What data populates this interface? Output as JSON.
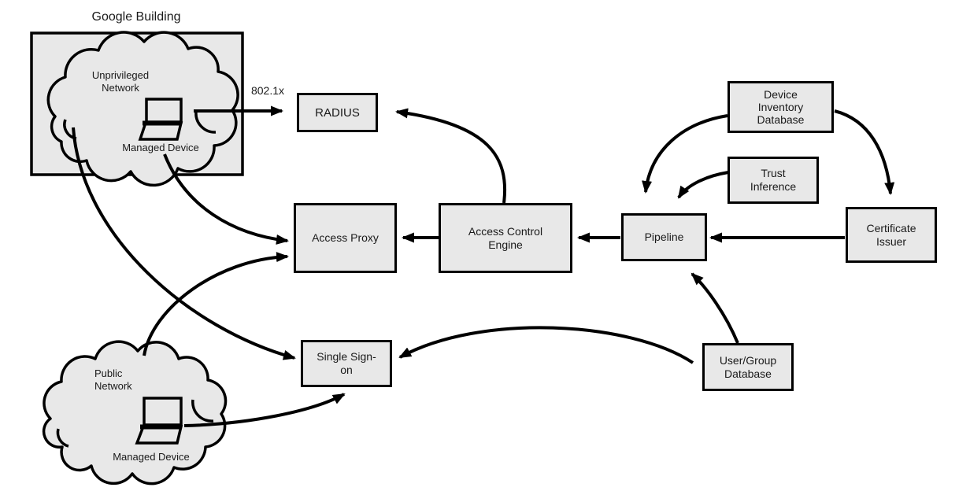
{
  "diagram": {
    "building": {
      "label": "Google Building"
    },
    "clouds": {
      "unprivileged": {
        "lines": [
          "Unprivileged",
          "Network"
        ],
        "device_label": "Managed Device"
      },
      "public": {
        "lines": [
          "Public",
          "Network"
        ],
        "device_label": "Managed Device"
      }
    },
    "nodes": {
      "radius": {
        "label": "RADIUS"
      },
      "access_proxy": {
        "label": "Access Proxy"
      },
      "access_control_engine": {
        "lines": [
          "Access Control",
          "Engine"
        ]
      },
      "pipeline": {
        "label": "Pipeline"
      },
      "device_inventory_database": {
        "lines": [
          "Device",
          "Inventory",
          "Database"
        ]
      },
      "trust_inference": {
        "lines": [
          "Trust",
          "Inference"
        ]
      },
      "certificate_issuer": {
        "lines": [
          "Certificate",
          "Issuer"
        ]
      },
      "single_sign_on": {
        "lines": [
          "Single Sign-",
          "on"
        ]
      },
      "user_group_database": {
        "lines": [
          "User/Group",
          "Database"
        ]
      }
    },
    "edge_labels": {
      "dot1x": "802.1x"
    },
    "colors": {
      "node_fill": "#e8e8e8",
      "stroke": "#000000",
      "background": "#ffffff"
    }
  }
}
